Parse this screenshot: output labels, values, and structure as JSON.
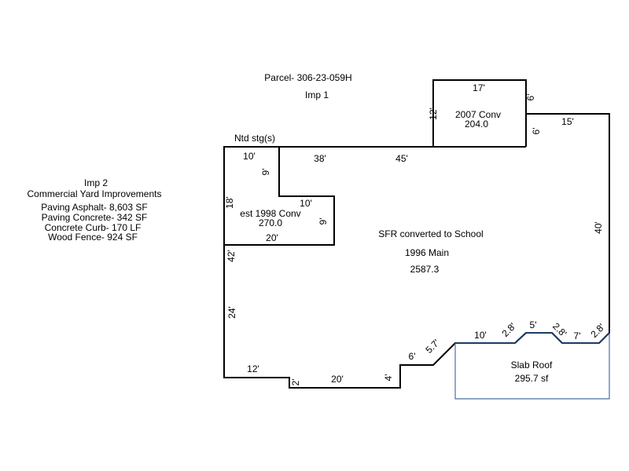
{
  "header": {
    "parcel": "Parcel- 306-23-059H",
    "imp1": "Imp 1"
  },
  "imp2": {
    "title": "Imp 2",
    "subtitle": "Commercial Yard Improvements",
    "items": [
      "Paving Asphalt- 8,603  SF",
      "Paving Concrete-  342  SF",
      "Concrete Curb-  170  LF",
      "Wood Fence-  924   SF"
    ]
  },
  "areas": {
    "main_label": "SFR converted to School",
    "main_year": "1996 Main",
    "main_area": "2587.3",
    "conv2007_label": "2007 Conv",
    "conv2007_area": "204.0",
    "conv1998_label": "est 1998 Conv",
    "conv1998_area": "270.0",
    "slab_label": "Slab Roof",
    "slab_area": "295.7 sf",
    "ntd_label": "Ntd stg(s)"
  },
  "dims": {
    "d17": "17'",
    "d12_conv": "12'",
    "d6a": "6'",
    "d6b": "6'",
    "d15": "15'",
    "d38": "38'",
    "d45": "45'",
    "d10_top": "10'",
    "d9_a": "9'",
    "d10_mid": "10'",
    "d18": "18'",
    "d9_b": "9'",
    "d20_mid": "20'",
    "d40": "40'",
    "d42": "42'",
    "d24": "24'",
    "d12_bot": "12'",
    "d2": "2'",
    "d20_bot": "20'",
    "d4": "4'",
    "d6_bot": "6'",
    "d5_7": "5.7'",
    "d10_slab": "10'",
    "d2_8a": "2.8'",
    "d5": "5'",
    "d2_8b": "2.8'",
    "d7": "7'",
    "d2_8c": "2.8'"
  }
}
